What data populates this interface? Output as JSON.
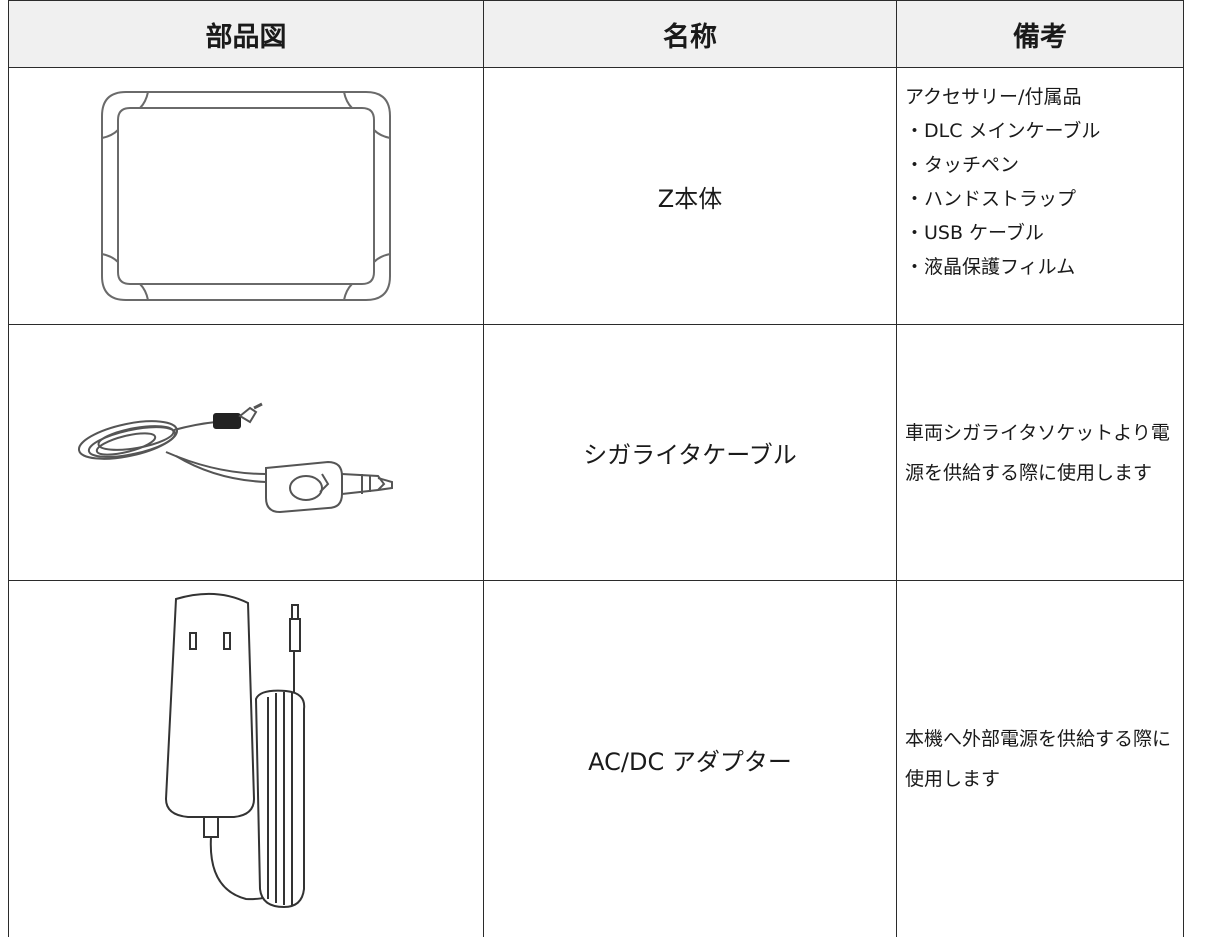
{
  "headers": {
    "diagram": "部品図",
    "name": "名称",
    "remarks": "備考"
  },
  "rows": [
    {
      "name": "Z本体",
      "image": "tablet-device-icon",
      "remarks_lines": [
        "アクセサリー/付属品",
        "・DLC メインケーブル",
        "・タッチペン",
        "・ハンドストラップ",
        "・USB ケーブル",
        "・液晶保護フィルム"
      ]
    },
    {
      "name": "シガライタケーブル",
      "image": "cigarette-lighter-cable-icon",
      "remarks": "車両シガライタソケットより電源を供給する際に使用します"
    },
    {
      "name": "AC/DC アダプター",
      "image": "ac-dc-adapter-icon",
      "remarks": "本機へ外部電源を供給する際に使用します"
    }
  ],
  "colors": {
    "border": "#2b2b2b",
    "header_bg": "#f0f0f0",
    "line_art": "#6a6a6a"
  }
}
